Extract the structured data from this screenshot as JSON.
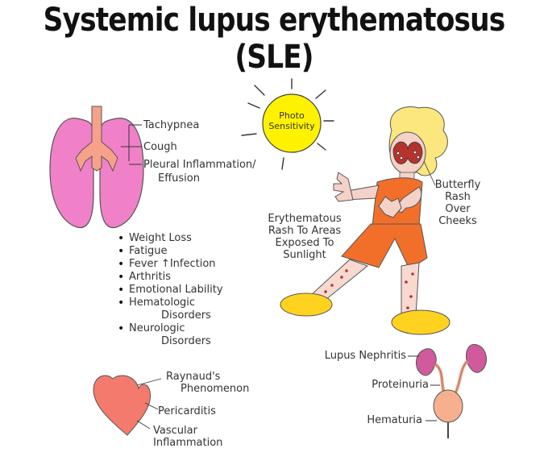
{
  "title": "Systemic lupus erythematosus (SLE)",
  "lungs": {
    "labels": [
      "Tachypnea",
      "Cough",
      "Pleural Inflammation/",
      "Effusion"
    ]
  },
  "sun": {
    "label_line1": "Photo",
    "label_line2": "Sensitivity"
  },
  "person": {
    "butterfly": [
      "Butterfly",
      "Rash",
      "Over",
      "Cheeks"
    ],
    "erythematous": [
      "Erythematous",
      "Rash To Areas",
      "Exposed To",
      "Sunlight"
    ]
  },
  "symptoms": [
    {
      "text": "Weight Loss"
    },
    {
      "text": "Fatigue"
    },
    {
      "text": "Fever ↑Infection"
    },
    {
      "text": "Arthritis"
    },
    {
      "text": "Emotional Lability"
    },
    {
      "text": "Hematologic",
      "sub": "Disorders"
    },
    {
      "text": "Neurologic",
      "sub": "Disorders"
    }
  ],
  "heart": {
    "raynauds": [
      "Raynaud's",
      "Phenomenon"
    ],
    "pericarditis": "Pericarditis",
    "vascular": [
      "Vascular",
      "Inflammation"
    ]
  },
  "kidneys": {
    "nephritis": "Lupus Nephritis",
    "proteinuria": "Proteinuria",
    "hematuria": "Hematuria"
  },
  "colors": {
    "lung_pink": "#f081c8",
    "bronchi": "#f6a18a",
    "sun": "#fff200",
    "heart": "#f47a6e",
    "kidney": "#d05a9c",
    "bladder": "#f7b08e",
    "shirt": "#f26f2a",
    "hair": "#fbe77d",
    "shoes": "#ffd21f",
    "rash": "#b5332d"
  }
}
